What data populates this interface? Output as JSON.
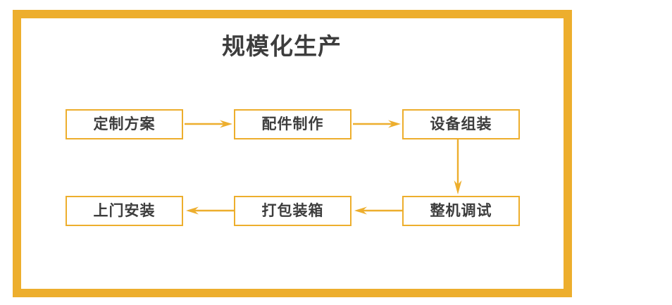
{
  "page": {
    "title": "规模化生产",
    "background_color": "#ffffff",
    "frame_color": "#edae2d",
    "text_color": "#3d3d3d",
    "accent_color": "#edae2d"
  },
  "diagram": {
    "type": "flowchart",
    "nodes": [
      {
        "id": "node-0",
        "label": "定制方案",
        "row": 1,
        "col": 1
      },
      {
        "id": "node-1",
        "label": "配件制作",
        "row": 1,
        "col": 2
      },
      {
        "id": "node-2",
        "label": "设备组装",
        "row": 1,
        "col": 3
      },
      {
        "id": "node-3",
        "label": "整机调试",
        "row": 2,
        "col": 3
      },
      {
        "id": "node-4",
        "label": "打包装箱",
        "row": 2,
        "col": 2
      },
      {
        "id": "node-5",
        "label": "上门安装",
        "row": 2,
        "col": 1
      }
    ],
    "edges": [
      {
        "id": "arrow-0",
        "from": "node-0",
        "to": "node-1",
        "direction": "right"
      },
      {
        "id": "arrow-1",
        "from": "node-1",
        "to": "node-2",
        "direction": "right"
      },
      {
        "id": "arrow-2",
        "from": "node-2",
        "to": "node-3",
        "direction": "down"
      },
      {
        "id": "arrow-3",
        "from": "node-3",
        "to": "node-4",
        "direction": "left"
      },
      {
        "id": "arrow-4",
        "from": "node-4",
        "to": "node-5",
        "direction": "left"
      }
    ]
  }
}
